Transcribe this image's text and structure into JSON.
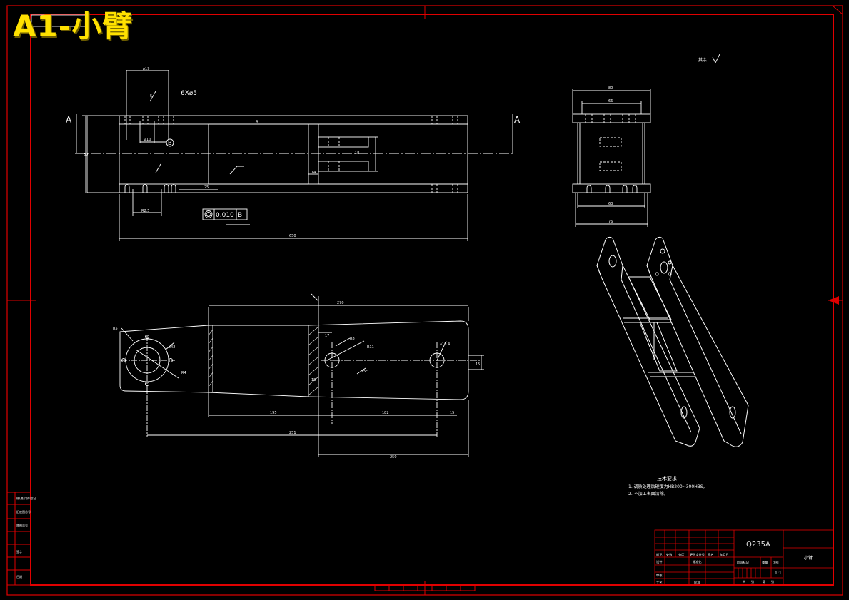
{
  "overlay_title": "A1-小臂",
  "section_label": "A",
  "top_view": {
    "hole_callout": "6X⌀5",
    "dims": {
      "d_top": "⌀19",
      "d_mid": "⌀10",
      "d_bot": "R2.5",
      "total_length": "650",
      "side": "25",
      "left_height": "80",
      "sm": "14",
      "small_a": "4",
      "small_b": "18",
      "small_c": "5"
    },
    "datum_label": "B",
    "tolerance_value": "0.010",
    "tolerance_datum": "B"
  },
  "side_view": {
    "surface_note": "其余",
    "dims": {
      "top_outer": "80",
      "top_inner": "66",
      "bottom_inner": "63",
      "bottom_outer": "76"
    }
  },
  "bottom_view": {
    "dims": {
      "r_left": "R5",
      "total_right": "270",
      "mid_left": "195",
      "mid_right": "182",
      "overall": "251",
      "bottom": "250",
      "right_side": "15",
      "r_small": "R8",
      "r_large": "R11",
      "d_hole": "⌀10.4",
      "h_17": "17",
      "h_18": "18",
      "angle": "15°",
      "d_left": "⌀42",
      "r_left_b": "R4"
    }
  },
  "tech_requirements": {
    "title": "技术要求",
    "items": [
      "1. 调质处理后硬度为HB200~300HBS。",
      "2. 不加工表面清除。"
    ]
  },
  "title_block": {
    "material": "Q235A",
    "part_name": "小臂",
    "scale": "1:1",
    "row_labels": [
      "标记",
      "处数",
      "分区",
      "更改文件号",
      "签名",
      "年月日"
    ],
    "left_labels": [
      "设计",
      "审核",
      "工艺"
    ],
    "mid_labels": [
      "标准化",
      "批准"
    ],
    "stage_labels": [
      "阶段标记",
      "重量",
      "比例"
    ],
    "sheet_labels": [
      "共",
      "张",
      "第",
      "张"
    ]
  },
  "left_strip": [
    "借(通)用件登记",
    "旧底图总号",
    "底图总号",
    "签字",
    "日期"
  ]
}
